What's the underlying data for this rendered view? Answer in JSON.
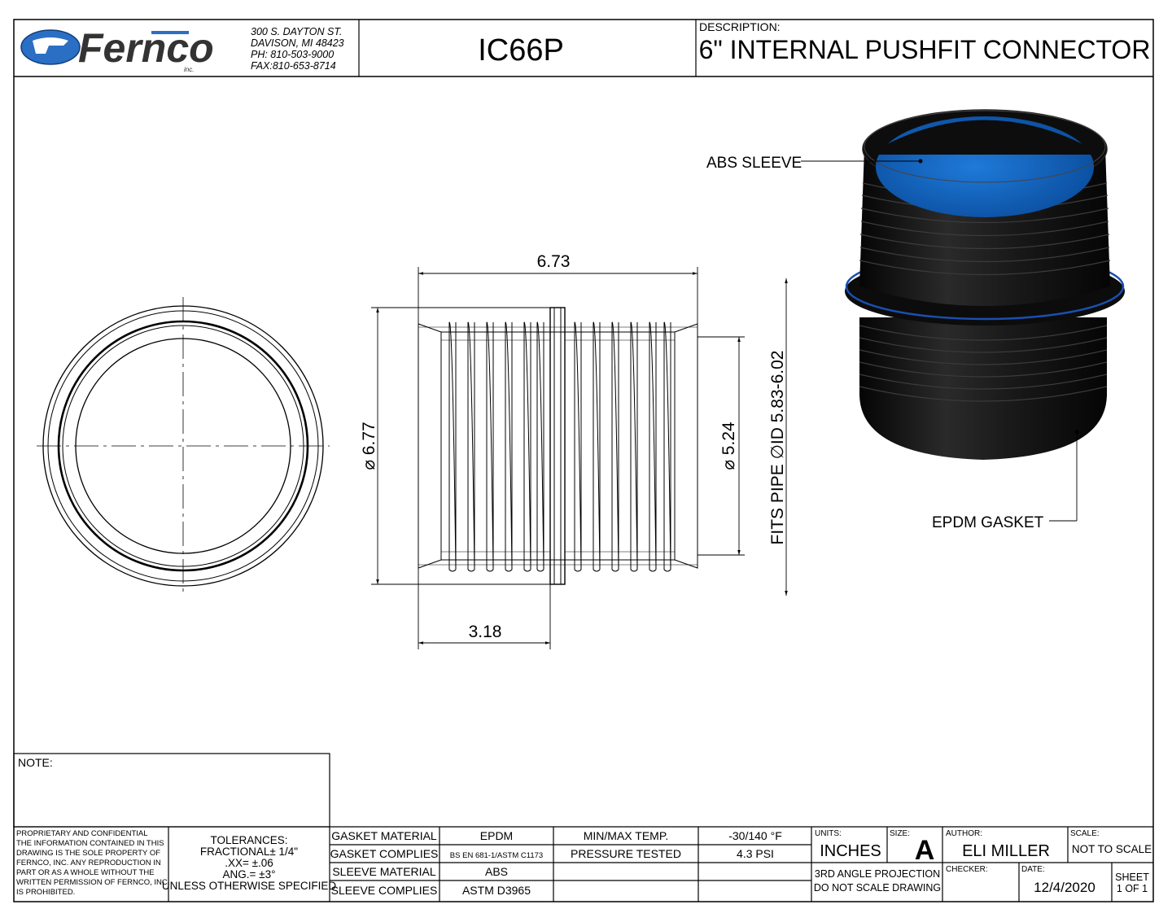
{
  "header": {
    "logo_text": "Fernco",
    "logo_sub": "inc.",
    "address": [
      "300 S. DAYTON ST.",
      "DAVISON, MI 48423",
      "PH: 810-503-9000",
      "FAX:810-653-8714"
    ],
    "part_number": "IC66P",
    "description_label": "DESCRIPTION:",
    "description": "6\" INTERNAL PUSHFIT CONNECTOR"
  },
  "dimensions": {
    "length": "6.73",
    "outer_dia": "6.77",
    "inner_dia": "5.24",
    "half_length": "3.18",
    "fits_pipe": "FITS PIPE ∅ID 5.83-6.02"
  },
  "callouts": {
    "sleeve": "ABS SLEEVE",
    "gasket": "EPDM GASKET"
  },
  "colors": {
    "line": "#000000",
    "body": "#111111",
    "inner_blue": "#0b5cb8",
    "gasket_ring": "#1a4fb0"
  },
  "note_label": "NOTE:",
  "proprietary": [
    "PROPRIETARY AND CONFIDENTIAL",
    "THE INFORMATION CONTAINED IN THIS",
    "DRAWING IS THE SOLE PROPERTY OF",
    "FERNCO, INC.  ANY REPRODUCTION IN",
    "PART OR AS A WHOLE WITHOUT THE",
    "WRITTEN PERMISSION OF FERNCO, INC.",
    "IS PROHIBITED."
  ],
  "tolerances": [
    "TOLERANCES:",
    "FRACTIONAL± 1/4\"",
    ".XX= ±.06",
    "ANG.= ±3°",
    "UNLESS OTHERWISE SPECIFIED"
  ],
  "specs": [
    {
      "label": "GASKET MATERIAL",
      "value": "EPDM",
      "label2": "MIN/MAX TEMP.",
      "value2": "-30/140 °F"
    },
    {
      "label": "GASKET COMPLIES",
      "value": "BS EN 681-1/ASTM C1173",
      "label2": "PRESSURE TESTED",
      "value2": "4.3 PSI"
    },
    {
      "label": "SLEEVE MATERIAL",
      "value": "ABS",
      "label2": "",
      "value2": ""
    },
    {
      "label": "SLEEVE COMPLIES",
      "value": "ASTM D3965",
      "label2": "",
      "value2": ""
    }
  ],
  "title_block": {
    "units_label": "UNITS:",
    "units": "INCHES",
    "size_label": "SIZE:",
    "size": "A",
    "author_label": "AUTHOR:",
    "author": "ELI MILLER",
    "scale_label": "SCALE:",
    "scale": "NOT TO SCALE",
    "projection": "3RD ANGLE PROJECTION",
    "no_scale": "DO NOT SCALE DRAWING",
    "checker_label": "CHECKER:",
    "checker": "",
    "date_label": "DATE:",
    "date": "12/4/2020",
    "sheet_label": "SHEET",
    "sheet": "1 OF 1"
  }
}
